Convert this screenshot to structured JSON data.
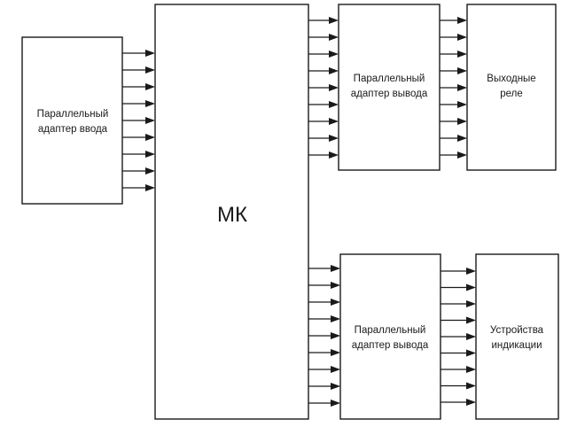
{
  "blocks": {
    "input_adapter": [
      "Параллельный",
      "адаптер ввода"
    ],
    "mk": "МК",
    "output_adapter_top": [
      "Параллельный",
      "адаптер вывода"
    ],
    "relays": [
      "Выходные",
      "реле"
    ],
    "output_adapter_bottom": [
      "Параллельный",
      "адаптер вывода"
    ],
    "indicators": [
      "Устройства",
      "индикации"
    ]
  },
  "buses": {
    "input_to_mk": 9,
    "mk_to_top_adapter": 9,
    "top_adapter_to_relays": 9,
    "mk_to_bottom_adapter": 9,
    "bottom_adapter_to_indicators": 9
  }
}
